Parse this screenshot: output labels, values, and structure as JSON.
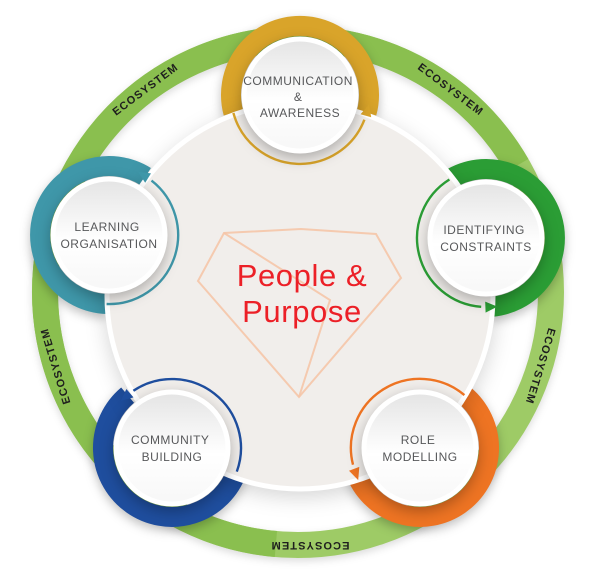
{
  "diagram": {
    "center_label": {
      "line1": "People &",
      "line2": "Purpose"
    },
    "ring_label": "ECOSYSTEM",
    "colors": {
      "outer_ring": "#9ecb66",
      "outer_ring_dark": "#8abf4f",
      "ring_text": "#1e1e1e",
      "center_text": "#ec2027",
      "diamond_outline": "#f5c5a8",
      "center_circle_fill": "#f1eeeb",
      "node_text": "#57585a"
    },
    "nodes": [
      {
        "id": "communication-awareness",
        "lines": [
          "COMMUNICATION",
          "&",
          "AWARENESS"
        ],
        "color": "#d9a42a"
      },
      {
        "id": "identifying-constraints",
        "lines": [
          "IDENTIFYING",
          "CONSTRAINTS"
        ],
        "color": "#2b9d35"
      },
      {
        "id": "role-modelling",
        "lines": [
          "ROLE",
          "MODELLING"
        ],
        "color": "#ee7423"
      },
      {
        "id": "community-building",
        "lines": [
          "COMMUNITY",
          "BUILDING"
        ],
        "color": "#1f4e9e"
      },
      {
        "id": "learning-organisation",
        "lines": [
          "LEARNING",
          "ORGANISATION"
        ],
        "color": "#3f97a9"
      }
    ]
  }
}
